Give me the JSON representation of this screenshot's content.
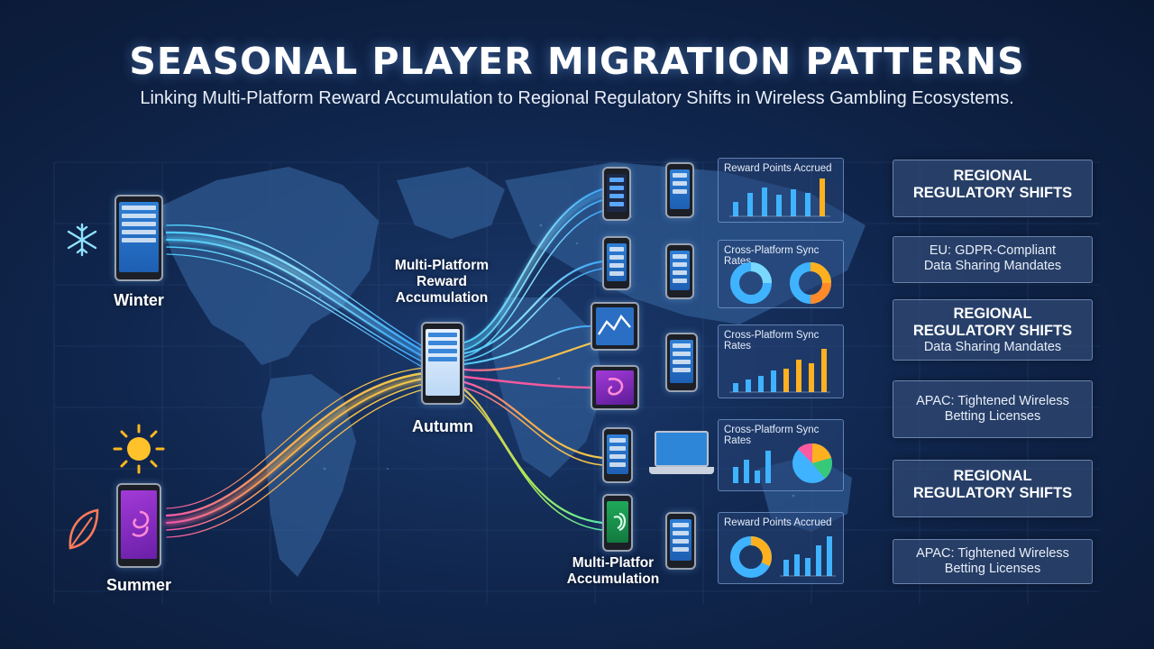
{
  "title": "SEASONAL PLAYER MIGRATION PATTERNS",
  "subtitle": "Linking Multi-Platform Reward Accumulation to Regional Regulatory Shifts in Wireless Gambling Ecosystems.",
  "seasons": {
    "winter": "Winter",
    "summer": "Summer",
    "autumn": "Autumn"
  },
  "hub": {
    "line1": "Multi-Platform",
    "line2": "Reward",
    "line3": "Accumulation"
  },
  "bottom_label": {
    "line1": "Multi-Platfor",
    "line2": "Accumulation"
  },
  "panels": [
    {
      "title": "Reward Points Accrued"
    },
    {
      "title": "Cross-Platform Sync Rates"
    },
    {
      "title": "Cross-Platform Sync Rates"
    },
    {
      "title": "Cross-Platform Sync Rates"
    },
    {
      "title": "Reward Points Accrued"
    }
  ],
  "regulatory": [
    {
      "head1": "REGIONAL",
      "head2": "REGULATORY SHIFTS",
      "body1": "",
      "body2": ""
    },
    {
      "head1": "",
      "head2": "",
      "body1": "EU: GDPR-Compliant",
      "body2": "Data Sharing Mandates"
    },
    {
      "head1": "REGIONAL",
      "head2": "REGULATORY SHIFTS",
      "body1": "Data Sharing Mandates",
      "body2": ""
    },
    {
      "head1": "",
      "head2": "",
      "body1": "APAC: Tightened Wireless",
      "body2": "Betting Licenses"
    },
    {
      "head1": "REGIONAL",
      "head2": "REGULATORY SHIFTS",
      "body1": "",
      "body2": ""
    },
    {
      "head1": "",
      "head2": "",
      "body1": "APAC: Tightened Wireless",
      "body2": "Betting Licenses"
    }
  ],
  "icons": {
    "winter": "snowflake-icon",
    "summer": "sun-icon",
    "autumn": "leaf-icon"
  },
  "colors": {
    "background": "#10264d",
    "stream_cool": "#37c8ff",
    "stream_warm": "#ffa23a",
    "stream_pink": "#ff5aa0",
    "bar_cool": "#3fb3ff",
    "bar_warm": "#ffb01f"
  }
}
